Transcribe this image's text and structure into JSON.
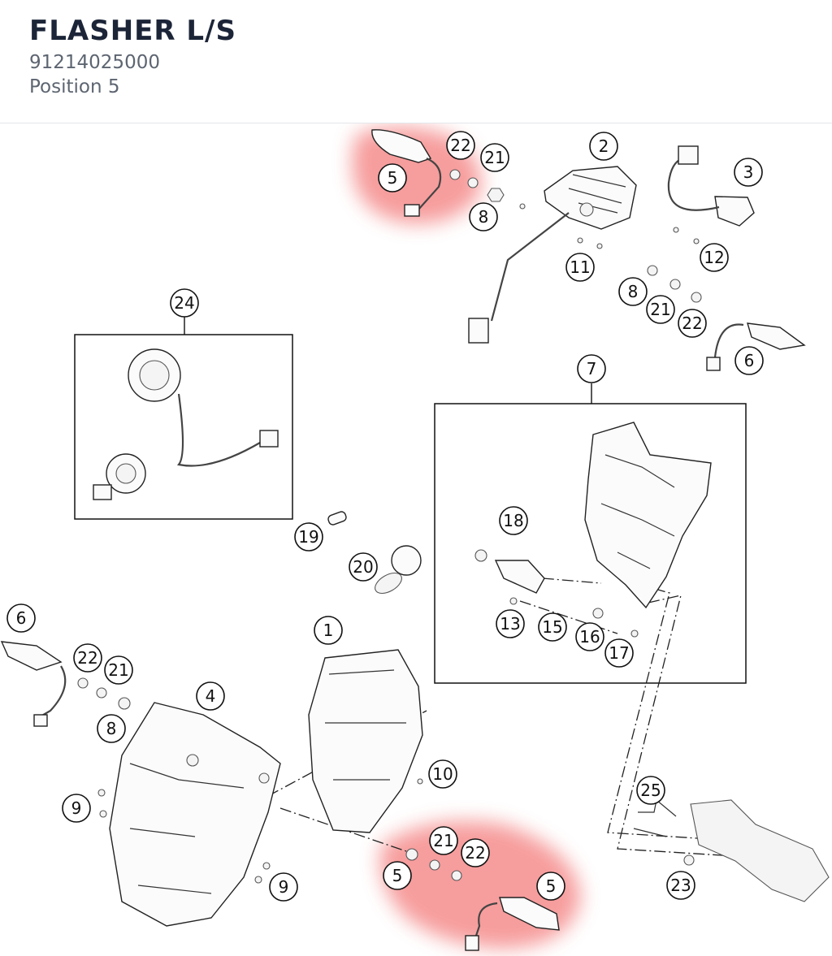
{
  "header": {
    "title": "FLASHER L/S",
    "part_number": "91214025000",
    "position_label": "Position 5"
  },
  "highlight_color": "#f58c8c",
  "callouts": {
    "c1": "1",
    "c2": "2",
    "c3": "3",
    "c4": "4",
    "c5a": "5",
    "c5b": "5",
    "c5c": "5",
    "c6a": "6",
    "c6b": "6",
    "c7": "7",
    "c8a": "8",
    "c8b": "8",
    "c8c": "8",
    "c9a": "9",
    "c9b": "9",
    "c10": "10",
    "c11": "11",
    "c12": "12",
    "c13": "13",
    "c15": "15",
    "c16": "16",
    "c17": "17",
    "c18": "18",
    "c19": "19",
    "c20": "20",
    "c21a": "21",
    "c21b": "21",
    "c21c": "21",
    "c21d": "21",
    "c22a": "22",
    "c22b": "22",
    "c22c": "22",
    "c22d": "22",
    "c23": "23",
    "c24": "24",
    "c25": "25"
  }
}
